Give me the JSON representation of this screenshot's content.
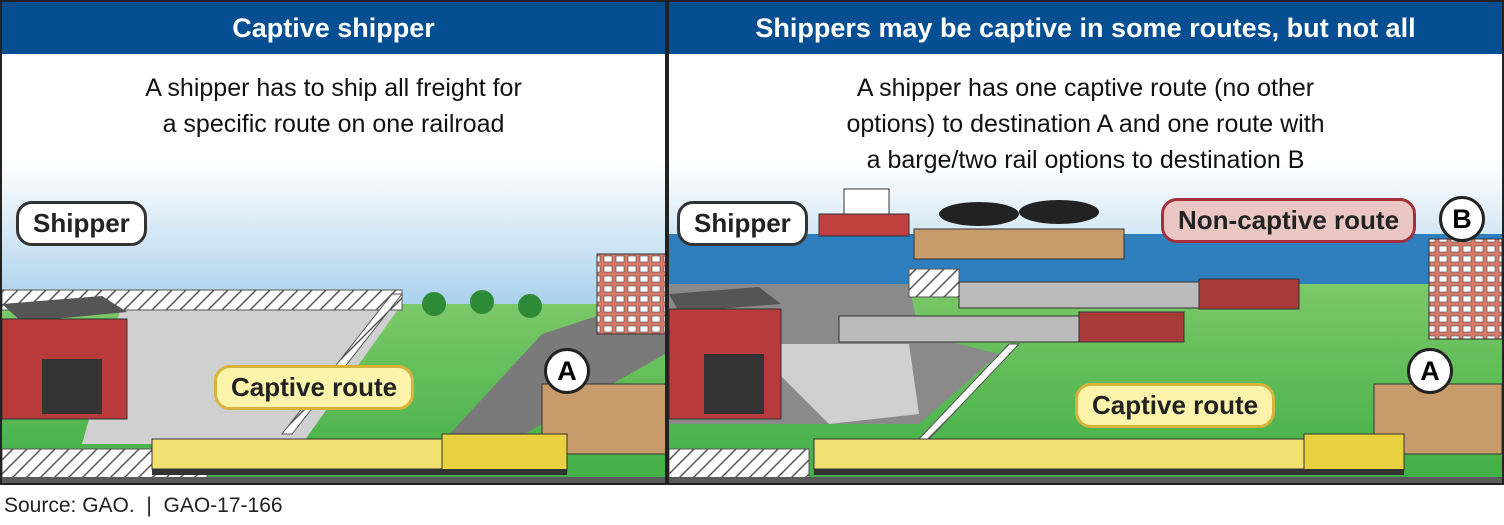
{
  "left_panel": {
    "title": "Captive shipper",
    "description_line1": "A shipper has to ship all freight for",
    "description_line2": "a specific route on one railroad",
    "shipper_label": "Shipper",
    "route_label": "Captive route",
    "destination_a": "A"
  },
  "right_panel": {
    "title": "Shippers may be captive in some routes, but not all",
    "description_line1": "A shipper has one captive route (no other",
    "description_line2": "options) to destination A and one route with",
    "description_line3": "a barge/two rail options to destination B",
    "shipper_label": "Shipper",
    "captive_route_label": "Captive route",
    "noncaptive_route_label": "Non-captive route",
    "destination_a": "A",
    "destination_b": "B"
  },
  "footer": {
    "source": "Source: GAO.  |  GAO-17-166"
  },
  "colors": {
    "header": "#054e92",
    "grass": "#4fb84a",
    "sky": "#3f97d4",
    "captive": "#fdf4ac",
    "noncaptive": "#eac7c2"
  }
}
